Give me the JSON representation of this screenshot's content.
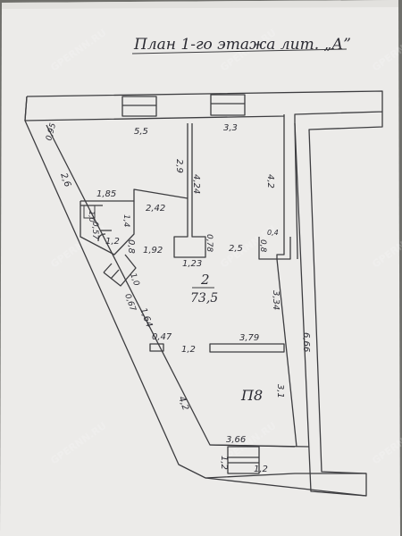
{
  "plan": {
    "title": "План 1-го этажа лит. „А”",
    "room_number": "2",
    "room_area": "73,5",
    "exit_label": "П8"
  },
  "dimensions": {
    "d_0_95": "0,95",
    "d_5_5": "5,5",
    "d_3_3": "3,3",
    "d_2_6": "2,6",
    "d_2_9": "2,9",
    "d_4_24": "4,24",
    "d_4_2_right": "4,2",
    "d_1_85": "1,85",
    "d_2_42": "2,42",
    "d_1_4": "1,4",
    "d_0_57": "0,57",
    "d_1_0": "1,0",
    "d_1_2_small": "1,2",
    "d_0_8_left": "0,8",
    "d_1_92": "1,92",
    "d_0_78": "0,78",
    "d_2_5": "2,5",
    "d_0_8_right": "0,8",
    "d_0_4": "0,4",
    "d_1_23": "1,23",
    "d_0_67": "0,67",
    "d_1_0_diag": "1,0",
    "d_3_34": "3,34",
    "d_1_64": "1,64",
    "d_0_47": "0,47",
    "d_3_79": "3,79",
    "d_1_2_mid": "1,2",
    "d_6_66": "6,66",
    "d_4_2_diag": "4,2",
    "d_3_1": "3,1",
    "d_3_66": "3,66",
    "d_1_2_bottom_left": "1,2",
    "d_1_2_bottom": "1,2"
  },
  "watermark": {
    "text": "GPERNN.RU"
  },
  "colors": {
    "paper": "#ecebe9",
    "ink": "#3d3d40",
    "background": "#6f6f6b"
  }
}
